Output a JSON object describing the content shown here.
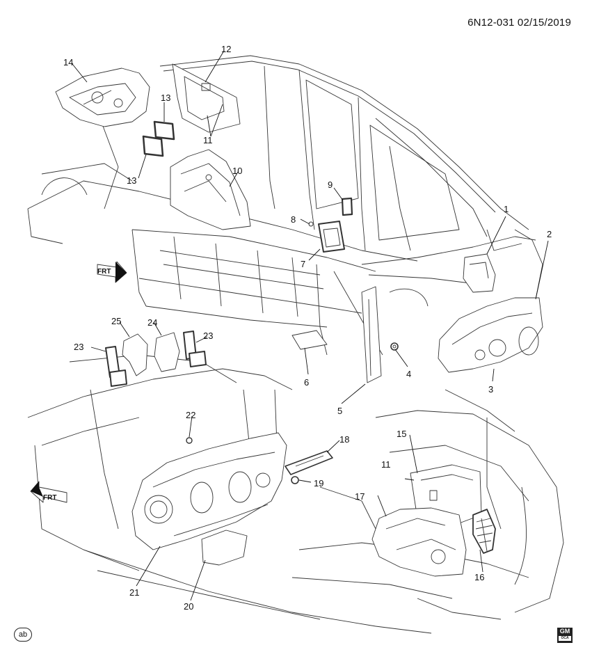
{
  "header": {
    "doc_code": "6N12-031  02/15/2019"
  },
  "callouts": [
    {
      "id": "c1",
      "label": "1"
    },
    {
      "id": "c2",
      "label": "2"
    },
    {
      "id": "c3",
      "label": "3"
    },
    {
      "id": "c4",
      "label": "4"
    },
    {
      "id": "c5",
      "label": "5"
    },
    {
      "id": "c6",
      "label": "6"
    },
    {
      "id": "c7",
      "label": "7"
    },
    {
      "id": "c8",
      "label": "8"
    },
    {
      "id": "c9",
      "label": "9"
    },
    {
      "id": "c10",
      "label": "10"
    },
    {
      "id": "c11a",
      "label": "11"
    },
    {
      "id": "c11b",
      "label": "11"
    },
    {
      "id": "c12",
      "label": "12"
    },
    {
      "id": "c13a",
      "label": "13"
    },
    {
      "id": "c13b",
      "label": "13"
    },
    {
      "id": "c14",
      "label": "14"
    },
    {
      "id": "c15",
      "label": "15"
    },
    {
      "id": "c16",
      "label": "16"
    },
    {
      "id": "c17",
      "label": "17"
    },
    {
      "id": "c18",
      "label": "18"
    },
    {
      "id": "c19",
      "label": "19"
    },
    {
      "id": "c20",
      "label": "20"
    },
    {
      "id": "c21",
      "label": "21"
    },
    {
      "id": "c22",
      "label": "22"
    },
    {
      "id": "c23a",
      "label": "23"
    },
    {
      "id": "c23b",
      "label": "23"
    },
    {
      "id": "c24",
      "label": "24"
    },
    {
      "id": "c25",
      "label": "25"
    }
  ],
  "frt_arrows": [
    {
      "id": "frt-top",
      "label": "FRT"
    },
    {
      "id": "frt-bottom",
      "label": "FRT"
    }
  ],
  "footer": {
    "badge": "ab",
    "logo_main": "GM",
    "logo_sub": "OCA"
  }
}
